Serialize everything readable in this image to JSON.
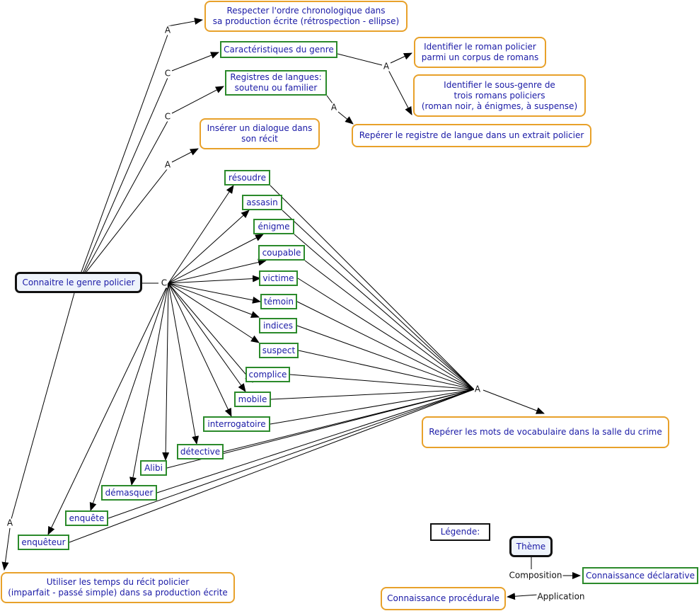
{
  "nodes": {
    "n_theme": "Connaitre le genre policier",
    "n_chrono": "Respecter l'ordre chronologique dans\nsa production écrite (rétrospection - ellipse)",
    "n_caract": "Caractéristiques du genre",
    "n_registres": "Registres de langues:\nsoutenu ou familier",
    "n_dialogue": "Insérer un dialogue dans\nson récit",
    "n_identroman": "Identifier le roman policier\nparmi un corpus de romans",
    "n_sousgenre": "Identifier le sous-genre de\ntrois romans policiers\n(roman noir, à énigmes, à suspense)",
    "n_reperreg": "Repérer le registre de langue dans un extrait policier",
    "n_resoudre": "résoudre",
    "n_assasin": "assasin",
    "n_enigme": "énigme",
    "n_coupable": "coupable",
    "n_victime": "victime",
    "n_temoin": "témoin",
    "n_indices": "indices",
    "n_suspect": "suspect",
    "n_complice": "complice",
    "n_mobile": "mobile",
    "n_interrog": "interrogatoire",
    "n_detective": "détective",
    "n_alibi": "Alibi",
    "n_demasquer": "démasquer",
    "n_enquete": "enquête",
    "n_enqueteur": "enquêteur",
    "n_vocab": "Repérer les mots de vocabulaire dans la salle du crime",
    "n_temps": "Utiliser les temps du récit policier\n(imparfait - passé simple) dans sa production écrite",
    "n_legende": "Légende:",
    "n_legtheme": "Thème",
    "n_legdecl": "Connaissance déclarative",
    "n_legproc": "Connaissance procédurale"
  },
  "linking_phrases": {
    "a1": "A",
    "c1": "C",
    "c2": "C",
    "a2": "A",
    "cmain": "C",
    "a3": "A",
    "a4": "A",
    "amain": "A",
    "a5": "A",
    "comp": "Composition",
    "appl": "Application"
  },
  "colors": {
    "theme_border": "#111111",
    "theme_fill": "#eef3fb",
    "declarative_border": "#2b8a2b",
    "procedural_border": "#e8a12a",
    "text": "#1a1aa6",
    "edge": "#000000"
  }
}
